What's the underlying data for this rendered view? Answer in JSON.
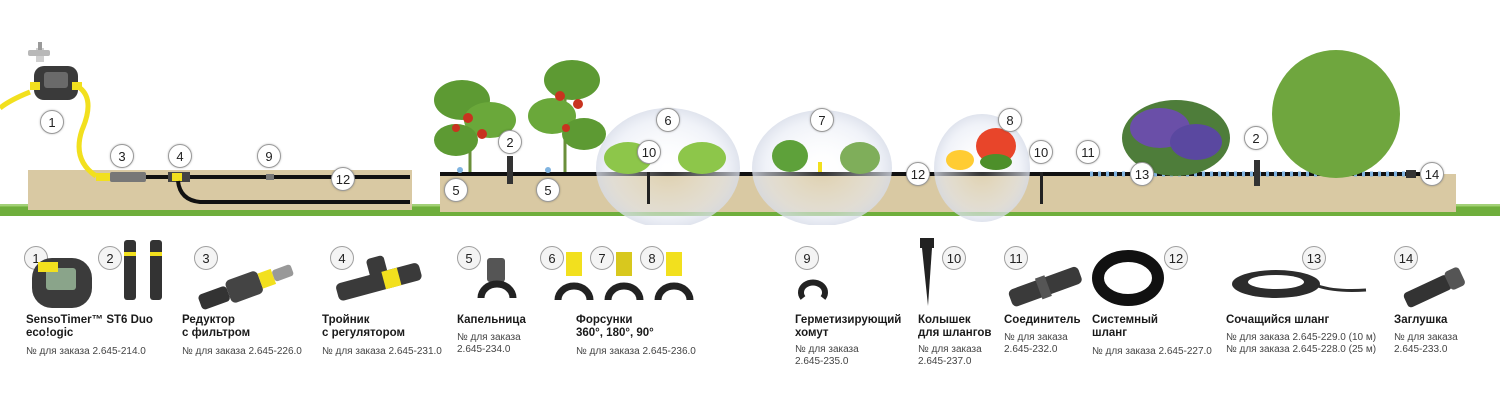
{
  "scene": {
    "badges": [
      {
        "id": "s1",
        "text": "1"
      },
      {
        "id": "s3",
        "text": "3"
      },
      {
        "id": "s4",
        "text": "4"
      },
      {
        "id": "s9",
        "text": "9"
      },
      {
        "id": "s12a",
        "text": "12"
      },
      {
        "id": "s2a",
        "text": "2"
      },
      {
        "id": "s5a",
        "text": "5"
      },
      {
        "id": "s5b",
        "text": "5"
      },
      {
        "id": "s6",
        "text": "6"
      },
      {
        "id": "s10a",
        "text": "10"
      },
      {
        "id": "s7",
        "text": "7"
      },
      {
        "id": "s8",
        "text": "8"
      },
      {
        "id": "s12b",
        "text": "12"
      },
      {
        "id": "s10b",
        "text": "10"
      },
      {
        "id": "s11",
        "text": "11"
      },
      {
        "id": "s13",
        "text": "13"
      },
      {
        "id": "s2b",
        "text": "2"
      },
      {
        "id": "s14",
        "text": "14"
      }
    ]
  },
  "catalog": {
    "items": [
      {
        "num": "1",
        "num2": "2",
        "title": "SensoTimer™ ST6 Duo\neco!ogic",
        "order": "№ для заказа 2.645-214.0",
        "icon": "timer-icon"
      },
      {
        "num": "3",
        "title": "Редуктор\nс фильтром",
        "order": "№ для заказа 2.645-226.0",
        "icon": "reducer-icon"
      },
      {
        "num": "4",
        "title": "Тройник\nс регулятором",
        "order": "№ для заказа 2.645-231.0",
        "icon": "tee-icon"
      },
      {
        "num": "5",
        "title": "Капельница",
        "order": "№ для заказа\n2.645-234.0",
        "icon": "dripper-icon"
      },
      {
        "num": "6",
        "num2": "7",
        "num3": "8",
        "title": "Форсунки\n360°, 180°, 90°",
        "order": "№ для заказа 2.645-236.0",
        "icon": "nozzle-icon"
      },
      {
        "num": "9",
        "title": "Герметизирующий\nхомут",
        "order": "№ для заказа\n2.645-235.0",
        "icon": "clamp-icon"
      },
      {
        "num": "10",
        "title": "Колышек\nдля шлангов",
        "order": "№ для заказа\n2.645-237.0",
        "icon": "stake-icon"
      },
      {
        "num": "11",
        "title": "Соединитель",
        "order": "№ для заказа\n2.645-232.0",
        "icon": "connector-icon"
      },
      {
        "num": "12",
        "title": "Системный\nшланг",
        "order": "№ для заказа 2.645-227.0",
        "icon": "hose-coil-icon"
      },
      {
        "num": "13",
        "title": "Сочащийся шланг",
        "order": "№ для заказа 2.645-229.0 (10 м)\n№ для заказа 2.645-228.0 (25 м)",
        "icon": "soaker-hose-icon"
      },
      {
        "num": "14",
        "title": "Заглушка",
        "order": "№ для заказа\n2.645-233.0",
        "icon": "end-plug-icon"
      }
    ]
  },
  "colors": {
    "soil": "#d9c9a3",
    "grass": "#6fae3c",
    "hose": "#111111",
    "yellow": "#f2e01e",
    "badge_border": "#9a9a9a"
  }
}
